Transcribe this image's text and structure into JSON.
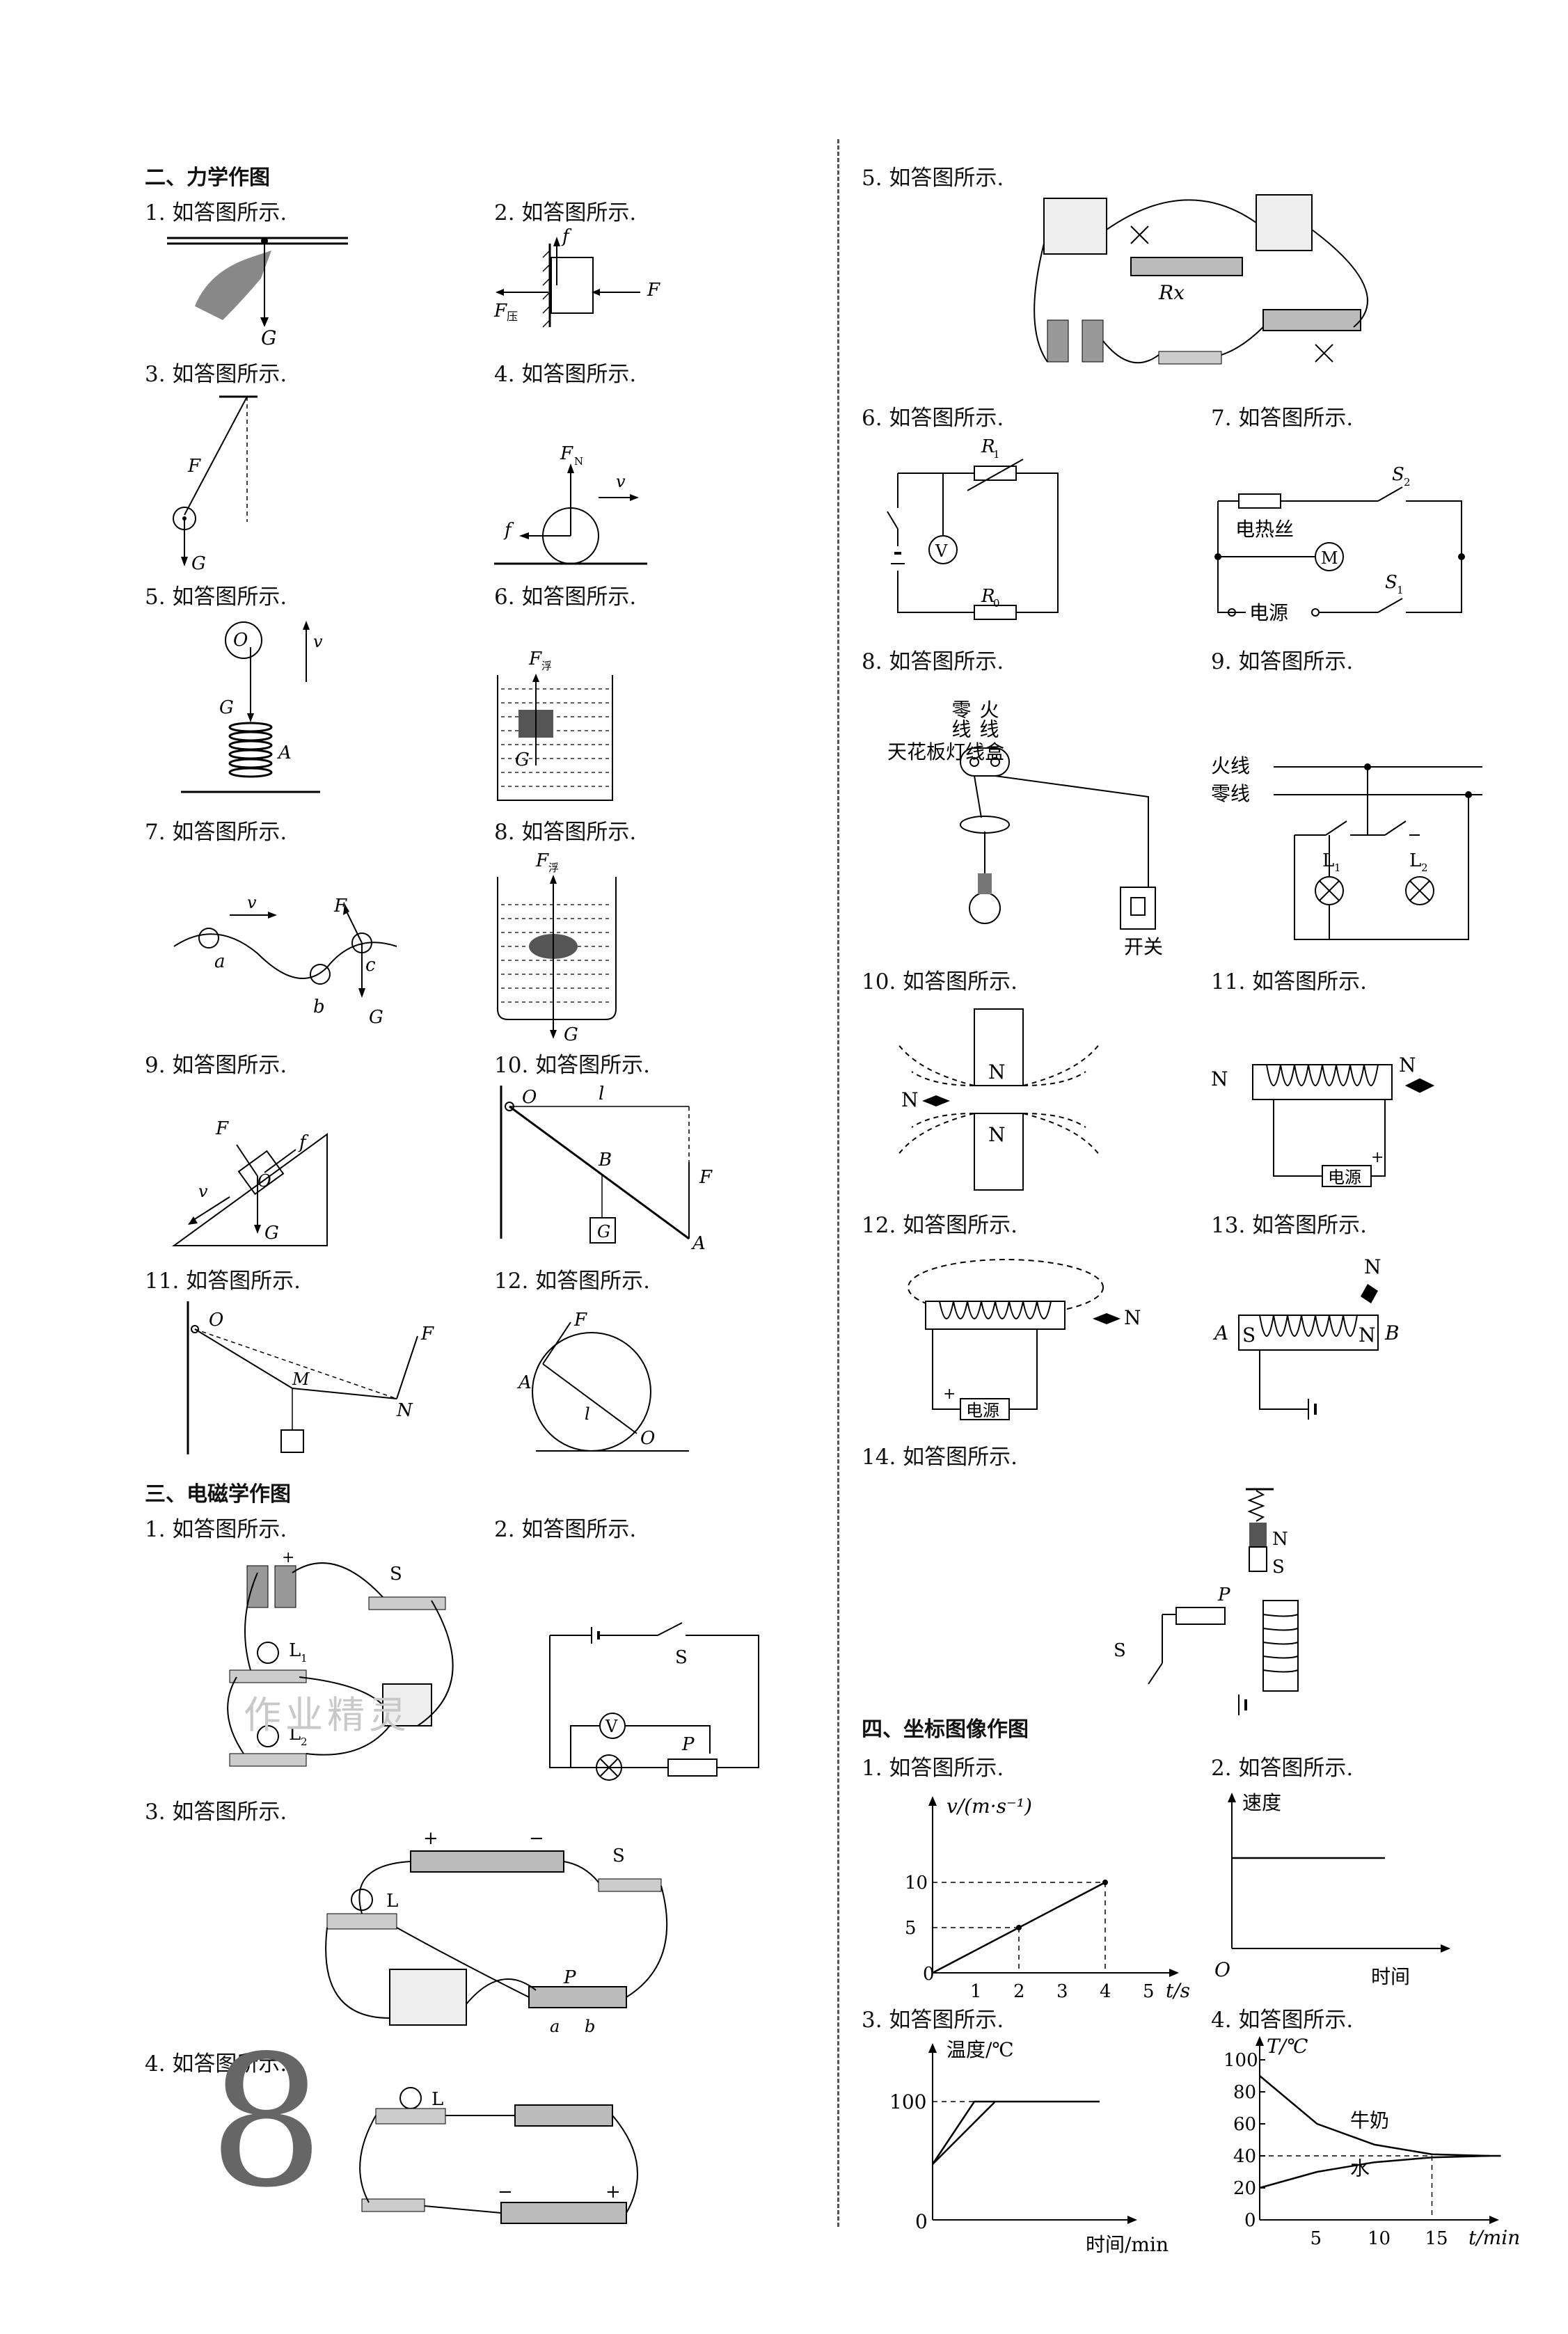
{
  "sections": {
    "mechanics": "二、力学作图",
    "electromagnetism": "三、电磁学作图",
    "graphs": "四、坐标图像作图"
  },
  "labels": {
    "m1": "1. 如答图所示.",
    "m2": "2. 如答图所示.",
    "m3": "3. 如答图所示.",
    "m4": "4. 如答图所示.",
    "m5": "5. 如答图所示.",
    "m6": "6. 如答图所示.",
    "m7": "7. 如答图所示.",
    "m8": "8. 如答图所示.",
    "m9": "9. 如答图所示.",
    "m10": "10. 如答图所示.",
    "m11": "11. 如答图所示.",
    "m12": "12. 如答图所示.",
    "e1": "1. 如答图所示.",
    "e2": "2. 如答图所示.",
    "e3": "3. 如答图所示.",
    "e4": "4. 如答图所示.",
    "e5": "5. 如答图所示.",
    "e6": "6. 如答图所示.",
    "e7": "7. 如答图所示.",
    "e8": "8. 如答图所示.",
    "e9": "9. 如答图所示.",
    "e10": "10. 如答图所示.",
    "e11": "11. 如答图所示.",
    "e12": "12. 如答图所示.",
    "e13": "13. 如答图所示.",
    "e14": "14. 如答图所示.",
    "g1": "1. 如答图所示.",
    "g2": "2. 如答图所示.",
    "g3": "3. 如答图所示.",
    "g4": "4. 如答图所示."
  },
  "figure_text": {
    "e5_rx": "Rx",
    "e7_heater": "电热丝",
    "e7_power": "电源",
    "e7_motor": "M",
    "e8_neutral": "零线",
    "e8_live": "火线",
    "e8_box": "天花板灯线盒",
    "e8_switch": "开关",
    "e9_live": "火线",
    "e9_neutral": "零线",
    "e11_power": "电源",
    "e12_power": "电源"
  },
  "chart_data": [
    {
      "type": "line",
      "ylabel": "v/(m·s⁻¹)",
      "xlabel": "t/s",
      "x": [
        0,
        4
      ],
      "y": [
        0,
        10
      ],
      "xticks": [
        "1",
        "2",
        "3",
        "4",
        "5"
      ],
      "yticks": [
        "5",
        "10"
      ],
      "xlim": [
        0,
        5
      ],
      "ylim": [
        0,
        10
      ]
    },
    {
      "type": "line",
      "ylabel": "速度",
      "xlabel": "时间",
      "origin": "O",
      "series": [
        {
          "x": [
            0,
            1
          ],
          "y": [
            1,
            1
          ]
        }
      ]
    },
    {
      "type": "line",
      "ylabel": "温度/℃",
      "xlabel": "时间/min",
      "yticks": [
        "0",
        "100"
      ]
    },
    {
      "type": "line",
      "ylabel": "T/℃",
      "xlabel": "t/min",
      "xticks": [
        "5",
        "10",
        "15"
      ],
      "yticks": [
        "0",
        "20",
        "40",
        "60",
        "80",
        "100"
      ],
      "series": [
        {
          "name": "牛奶",
          "x": [
            0,
            5,
            10,
            15,
            20
          ],
          "y": [
            90,
            60,
            47,
            41,
            40
          ]
        },
        {
          "name": "水",
          "x": [
            0,
            5,
            10,
            15,
            20
          ],
          "y": [
            20,
            30,
            36,
            39,
            40
          ]
        }
      ],
      "equilibrium_temperature": 40,
      "equilibrium_time": 15
    }
  ],
  "page_number": "8",
  "watermark": "作业精灵"
}
